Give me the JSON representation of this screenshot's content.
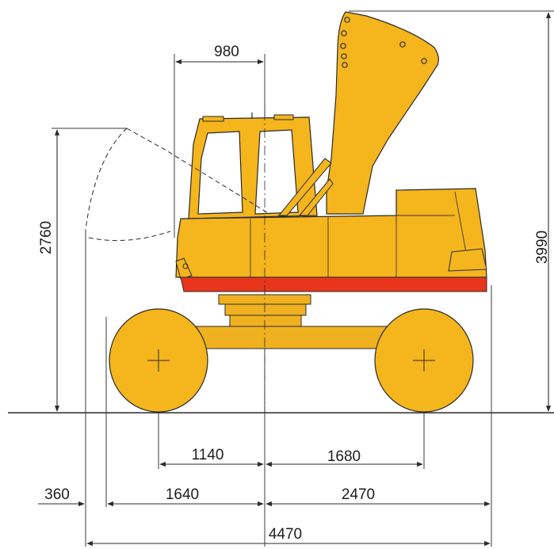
{
  "colors": {
    "body": "#f4b51d",
    "bodyDark": "#e7a316",
    "undercarriage": "#f0b120",
    "counterweightBand": "#e8361c",
    "line": "#2a2a2a",
    "background": "#ffffff"
  },
  "dimensions": {
    "cab_offset": "980",
    "reach_height": "2760",
    "total_height": "3990",
    "front_wheel_offset": "1140",
    "rear_wheel_offset": "1680",
    "front_overhang": "360",
    "front_length": "1640",
    "rear_length": "2470",
    "total_length": "4470"
  }
}
